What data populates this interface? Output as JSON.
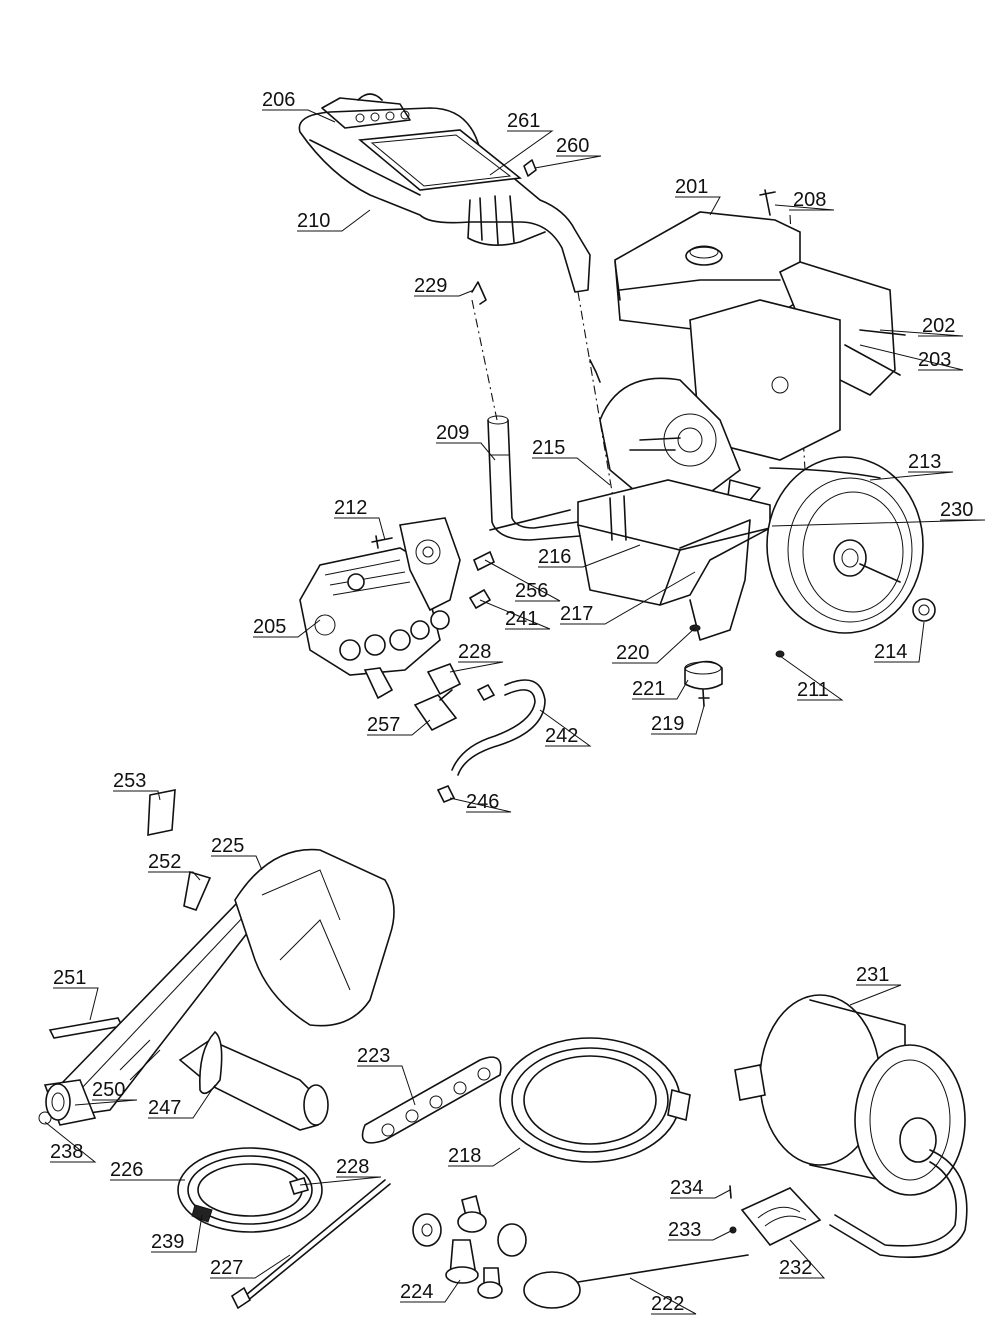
{
  "diagram": {
    "callouts": [
      {
        "id": "201",
        "text": "201"
      },
      {
        "id": "202",
        "text": "202"
      },
      {
        "id": "203",
        "text": "203"
      },
      {
        "id": "205",
        "text": "205"
      },
      {
        "id": "206",
        "text": "206"
      },
      {
        "id": "208",
        "text": "208"
      },
      {
        "id": "209",
        "text": "209"
      },
      {
        "id": "210",
        "text": "210"
      },
      {
        "id": "211",
        "text": "211"
      },
      {
        "id": "212",
        "text": "212"
      },
      {
        "id": "213",
        "text": "213"
      },
      {
        "id": "214",
        "text": "214"
      },
      {
        "id": "215",
        "text": "215"
      },
      {
        "id": "216",
        "text": "216"
      },
      {
        "id": "217",
        "text": "217"
      },
      {
        "id": "218",
        "text": "218"
      },
      {
        "id": "219",
        "text": "219"
      },
      {
        "id": "220",
        "text": "220"
      },
      {
        "id": "221",
        "text": "221"
      },
      {
        "id": "222",
        "text": "222"
      },
      {
        "id": "223",
        "text": "223"
      },
      {
        "id": "224",
        "text": "224"
      },
      {
        "id": "225",
        "text": "225"
      },
      {
        "id": "226",
        "text": "226"
      },
      {
        "id": "227",
        "text": "227"
      },
      {
        "id": "228a",
        "text": "228"
      },
      {
        "id": "228b",
        "text": "228"
      },
      {
        "id": "229",
        "text": "229"
      },
      {
        "id": "230",
        "text": "230"
      },
      {
        "id": "231",
        "text": "231"
      },
      {
        "id": "232",
        "text": "232"
      },
      {
        "id": "233",
        "text": "233"
      },
      {
        "id": "234",
        "text": "234"
      },
      {
        "id": "238",
        "text": "238"
      },
      {
        "id": "239",
        "text": "239"
      },
      {
        "id": "241",
        "text": "241"
      },
      {
        "id": "242",
        "text": "242"
      },
      {
        "id": "246",
        "text": "246"
      },
      {
        "id": "247",
        "text": "247"
      },
      {
        "id": "250",
        "text": "250"
      },
      {
        "id": "251",
        "text": "251"
      },
      {
        "id": "252",
        "text": "252"
      },
      {
        "id": "253",
        "text": "253"
      },
      {
        "id": "256",
        "text": "256"
      },
      {
        "id": "257",
        "text": "257"
      },
      {
        "id": "260",
        "text": "260"
      },
      {
        "id": "261",
        "text": "261"
      }
    ]
  }
}
